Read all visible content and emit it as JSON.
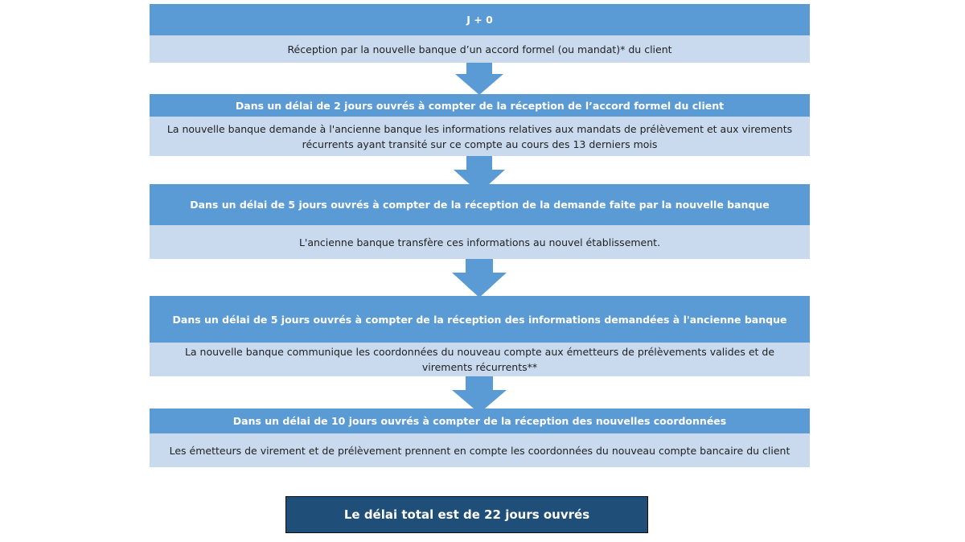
{
  "steps": [
    {
      "header": "J + 0",
      "body": "Réception par la nouvelle banque d’un accord formel (ou mandat)* du client"
    },
    {
      "header": "Dans un délai de 2 jours ouvrés à compter de la réception de l’accord formel du client",
      "body": "La nouvelle banque demande à l'ancienne banque les informations relatives aux mandats de prélèvement et aux virements récurrents ayant transité sur ce compte au cours des 13 derniers mois"
    },
    {
      "header": "Dans un délai de 5 jours ouvrés à compter de la réception de la demande faite par la nouvelle banque",
      "body": "L'ancienne banque transfère ces informations au nouvel établissement."
    },
    {
      "header": "Dans un délai de 5 jours ouvrés à compter de la réception des informations demandées à l'ancienne banque",
      "body": "La nouvelle banque communique les coordonnées du nouveau compte aux émetteurs de prélèvements valides et de virements récurrents**"
    },
    {
      "header": "Dans un délai de 10 jours ouvrés à compter de la réception des nouvelles coordonnées",
      "body": "Les émetteurs de virement et de prélèvement prennent en compte les coordonnées du nouveau compte bancaire du client"
    }
  ],
  "summary": "Le délai total est de 22 jours ouvrés",
  "colors": {
    "header": "#5b9bd5",
    "body": "#c9d9ee",
    "arrow": "#5b9bd5",
    "summary": "#1f4e79"
  }
}
